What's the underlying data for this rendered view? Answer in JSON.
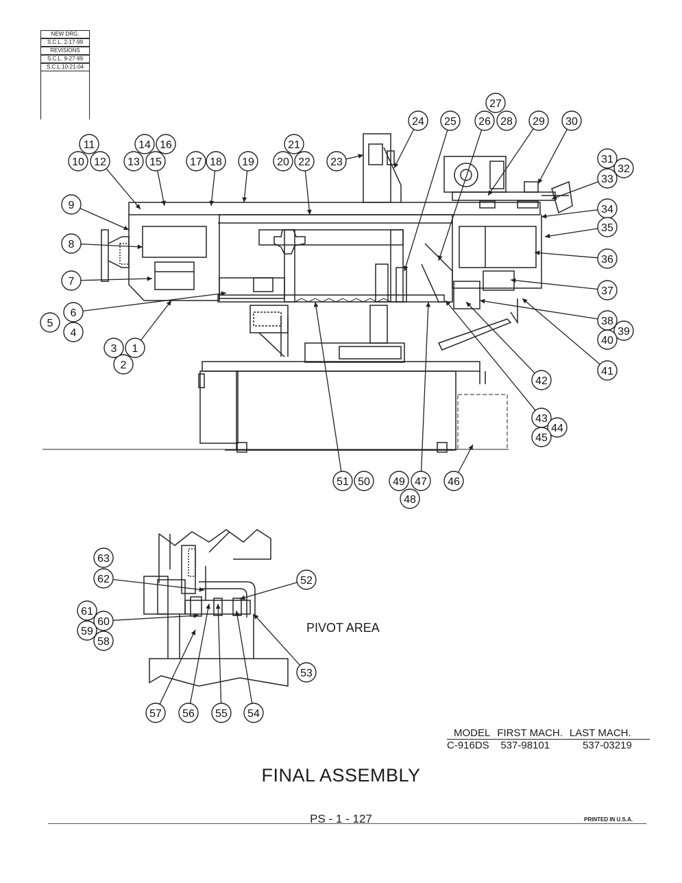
{
  "revision_block": {
    "cells": [
      "NEW DRG.",
      "S.C.L. 2-17-99",
      "REVISIONS",
      "S.C.L. 9-27-99",
      "S.C.L.10-21-04"
    ]
  },
  "callouts": [
    "1",
    "2",
    "3",
    "4",
    "5",
    "6",
    "7",
    "8",
    "9",
    "10",
    "11",
    "12",
    "13",
    "14",
    "15",
    "16",
    "17",
    "18",
    "19",
    "20",
    "21",
    "22",
    "23",
    "24",
    "25",
    "26",
    "27",
    "28",
    "29",
    "30",
    "31",
    "32",
    "33",
    "34",
    "35",
    "36",
    "37",
    "38",
    "39",
    "40",
    "41",
    "42",
    "43",
    "44",
    "45",
    "46",
    "47",
    "48",
    "49",
    "50",
    "51",
    "52",
    "53",
    "54",
    "55",
    "56",
    "57",
    "58",
    "59",
    "60",
    "61",
    "62",
    "63"
  ],
  "pivot_label": "PIVOT AREA",
  "model_table": {
    "headers": [
      "MODEL",
      "FIRST MACH.",
      "LAST MACH."
    ],
    "row": [
      "C-916DS",
      "537-98101",
      "537-03219"
    ]
  },
  "title": "FINAL ASSEMBLY",
  "page_number": "PS - 1 - 127",
  "printed": "PRINTED IN U.S.A."
}
